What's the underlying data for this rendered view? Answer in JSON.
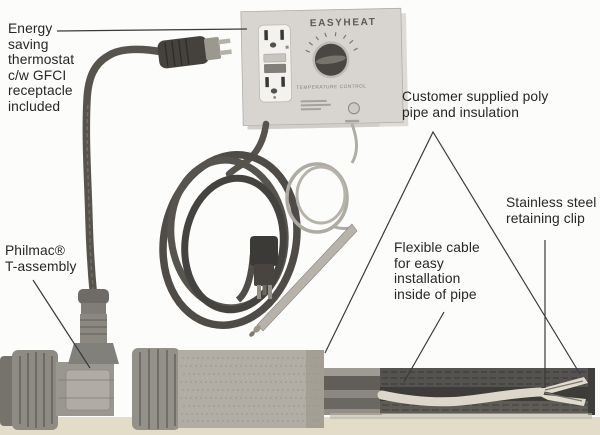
{
  "labels": {
    "energy": "Energy\nsaving\nthermostat\nc/w GFCI\nreceptacle\nincluded",
    "philmac": "Philmac®\nT-assembly",
    "poly": "Customer supplied poly\npipe and insulation",
    "flexible": "Flexible cable\nfor easy\ninstallation\ninside of pipe",
    "clip": "Stainless steel\nretaining clip"
  },
  "control_box": {
    "brand": "EASYHEAT",
    "dial_caption": "TEMPERATURE CONTROL"
  },
  "colors": {
    "background": "#fcfcfa",
    "paper_strip": "#e2dcc9",
    "label_text": "#262626",
    "leader": "#3a3a3a",
    "box": "#d8d5d0",
    "gfci_plate": "#f3f2ee",
    "dial": "#4a4742",
    "cord": "#57544e",
    "coil": "#4f4c47",
    "sensor_wire": "#b0ada5",
    "insulation": "#b1ada4",
    "pipe_wall": "#555350",
    "cable_in_pipe": "#dcd7c9"
  }
}
